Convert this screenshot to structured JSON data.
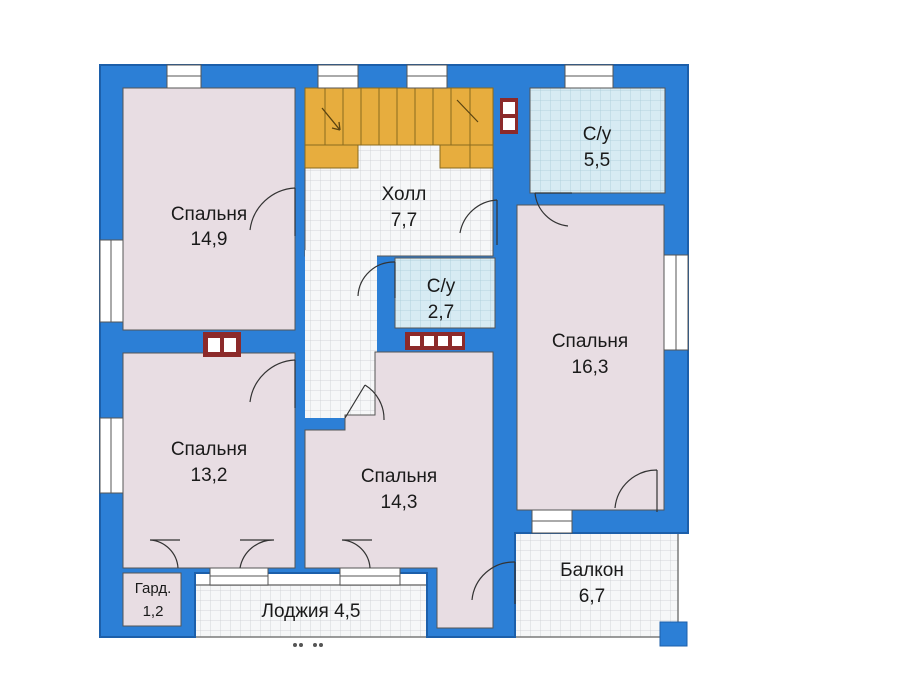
{
  "colors": {
    "wall": "#2c7fd6",
    "wall_edge": "#1c5faa",
    "room": "#e8dde3",
    "wet_room": "#d7ebf3",
    "outdoor": "#f2f4f5",
    "stairs": "#e7ad3e",
    "chimney": "#8c2a2a",
    "line": "#333333"
  },
  "rooms": {
    "bedroom_nw": {
      "name": "Спальня",
      "area": "14,9"
    },
    "hall": {
      "name": "Холл",
      "area": "7,7"
    },
    "bath_ne": {
      "name": "С/у",
      "area": "5,5"
    },
    "bath_mid": {
      "name": "С/у",
      "area": "2,7"
    },
    "bedroom_e": {
      "name": "Спальня",
      "area": "16,3"
    },
    "bedroom_sw": {
      "name": "Спальня",
      "area": "13,2"
    },
    "bedroom_s": {
      "name": "Спальня",
      "area": "14,3"
    },
    "balcony": {
      "name": "Балкон",
      "area": "6,7"
    },
    "wardrobe": {
      "name": "Гард.",
      "area": "1,2"
    },
    "loggia": {
      "label": "Лоджия 4,5"
    }
  }
}
